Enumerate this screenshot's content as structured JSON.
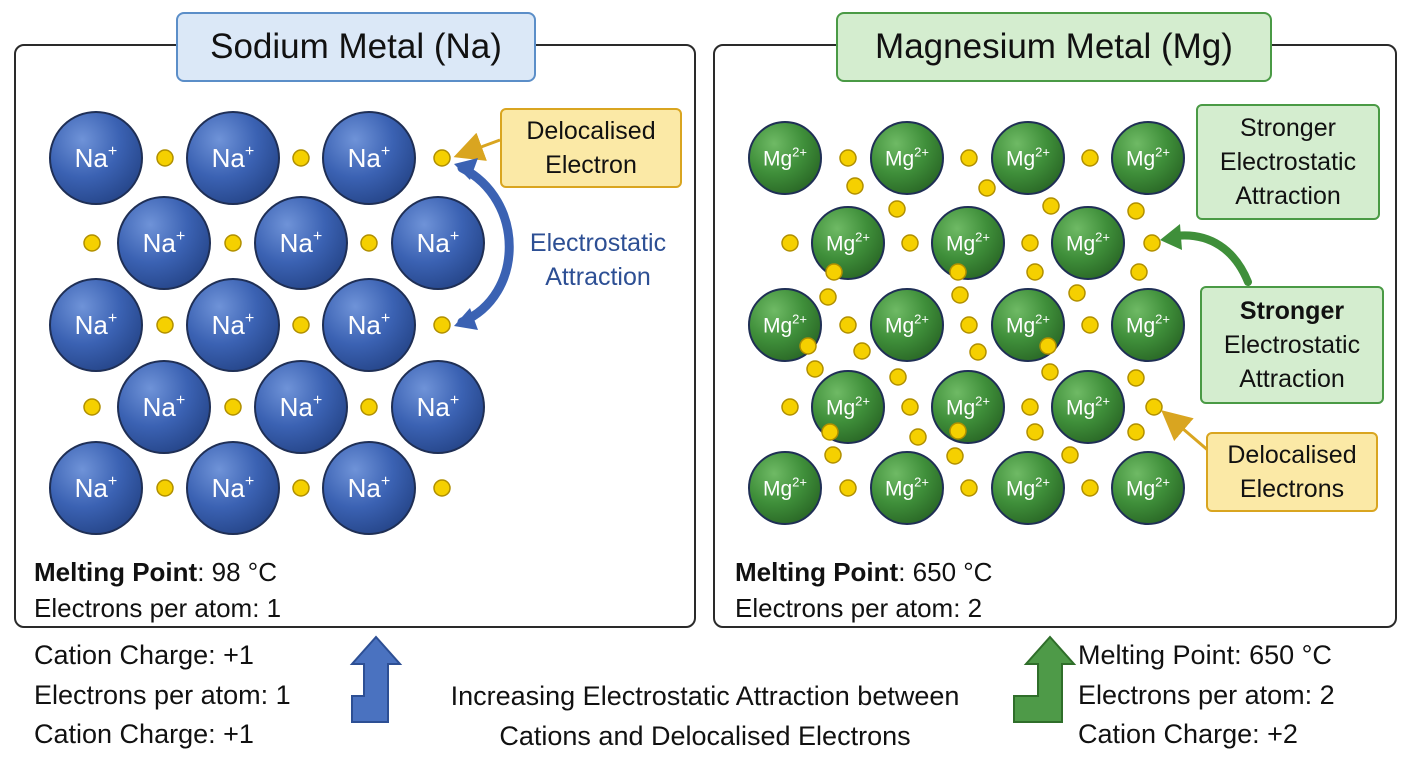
{
  "sodium": {
    "title": "Sodium Metal (Na)",
    "ion_label": "Na",
    "ion_charge": "+",
    "melting_point_label": "Melting Point",
    "melting_point_value": ": 98 °C",
    "electrons_line": "Electrons per atom: 1",
    "delocalised_label_line1": "Delocalised",
    "delocalised_label_line2": "Electron",
    "attraction_label_line1": "Electrostatic",
    "attraction_label_line2": "Attraction",
    "ion_color": "#3b62b3",
    "box_fill": "#dbe8f7",
    "box_border": "#5b8ec8"
  },
  "magnesium": {
    "title": "Magnesium Metal (Mg)",
    "ion_label": "Mg",
    "ion_charge": "2+",
    "melting_point_label": "Melting Point",
    "melting_point_value": ": 650 °C",
    "electrons_line": "Electrons per atom: 2",
    "stronger_label_1_line1": "Stronger",
    "stronger_label_1_line2": "Electrostatic",
    "stronger_label_1_line3": "Attraction",
    "stronger_label_2_line1": "Stronger",
    "stronger_label_2_line2": "Electrostatic",
    "stronger_label_2_line3": "Attraction",
    "delocalised_label_line1": "Delocalised",
    "delocalised_label_line2": "Electrons",
    "ion_color": "#3f8f3a",
    "box_fill": "#d4edcf",
    "box_border": "#4a9a45"
  },
  "electron_color": "#f5d000",
  "label_fill_yellow": "#fbe9a6",
  "label_border_yellow": "#d9a520",
  "bottom_left": {
    "line1": "Cation Charge: +1",
    "line2": "Electrons per atom: 1",
    "line3": "Cation Charge: +1"
  },
  "bottom_right": {
    "line1": "Melting Point: 650 °C",
    "line2": "Electrons per atom: 2",
    "line3": "Cation Charge: +2"
  },
  "center_caption": {
    "line1": "Increasing Electrostatic Attraction between",
    "line2": "Cations and Delocalised Electrons"
  }
}
